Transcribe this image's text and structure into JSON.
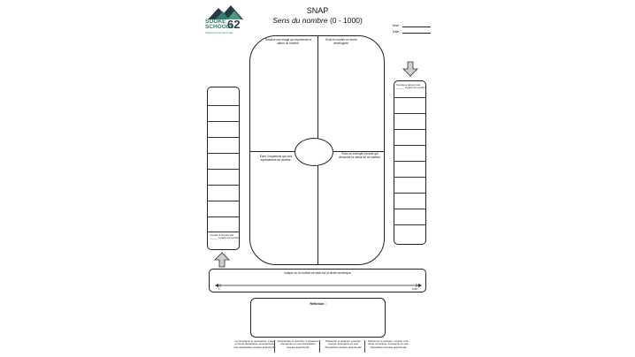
{
  "header": {
    "logo": {
      "line1": "SOOKE",
      "line2": "SCHOOLS",
      "number": "62",
      "tagline": "Shaping Tomorrow Today"
    },
    "title": "SNAP",
    "subtitle_italic": "Sens du nombre",
    "subtitle_range": " (0 - 1000)",
    "name_label": "Nom :",
    "date_label": "Date :"
  },
  "center": {
    "q1": "Dessine une image qui représente la valeur du nombre.",
    "q2": "Écris le nombre en forme développée.",
    "q3": "Écris 3 équations qui sont équivalentes au nombre.",
    "q4": "Écris un exemple concret qui démontre la valeur de ce nombre."
  },
  "left_box": {
    "label": "Compte à l'envers par ______ à partir du nombre",
    "rows": 10
  },
  "right_box": {
    "label": "Compte à rebours par ______ à partir du nombre",
    "rows": 10
  },
  "number_line": {
    "label": "Indique où le nombre se situe sur la droite numérique",
    "start": "0",
    "end": "1000"
  },
  "reflection": {
    "label": "Réflexion :"
  },
  "footer": [
    "Communiquer et représenter: image et forme développée. émergente en voie d'acquisition acquise approfondie",
    "Comprendre et résoudre: 3 équations. émergente en voie d'acquisition acquise approfondie",
    "Raisonner et analyser: exemple concret. émergente en voie d'acquisition acquise approfondie",
    "Raisonner et analyser: compter et la droite numérique. émergente en voie d'acquisition acquise approfondie"
  ],
  "colors": {
    "logo_green": "#2f7f6f",
    "logo_dark": "#2b3b46",
    "arrow_gray": "#cfcfcf"
  }
}
